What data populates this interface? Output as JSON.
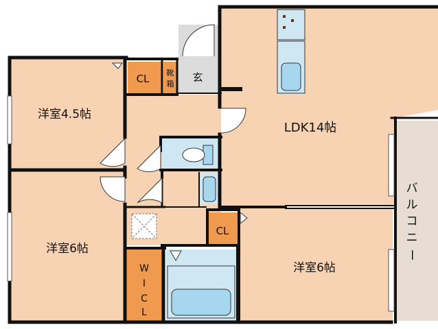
{
  "colors": {
    "room_fill": "#f7d3b3",
    "closet_fill": "#ef9a4e",
    "wet_fill": "#cfe7f3",
    "entry_fill": "#dcdcdc",
    "balcony_fill": "#e8ddd3",
    "wall": "#111111"
  },
  "rooms": {
    "western_top_left": "洋室4.5帖",
    "western_bottom_left": "洋室6帖",
    "ldk": "LDK14帖",
    "western_bottom_right": "洋室6帖",
    "closet_top": "CL",
    "closet_mid": "CL",
    "shoe_box_1": "靴",
    "shoe_box_2": "箱",
    "entrance": "玄",
    "walk_in_closet_1": "W",
    "walk_in_closet_2": "I",
    "walk_in_closet_3": "C",
    "walk_in_closet_4": "L",
    "balcony_1": "バ",
    "balcony_2": "ル",
    "balcony_3": "コ",
    "balcony_4": "ニ",
    "balcony_5": "ー"
  },
  "icons": [
    "door-swing-icon",
    "toilet-icon",
    "sink-icon",
    "bathtub-icon",
    "stove-icon",
    "washer-pan-icon",
    "window-icon"
  ]
}
